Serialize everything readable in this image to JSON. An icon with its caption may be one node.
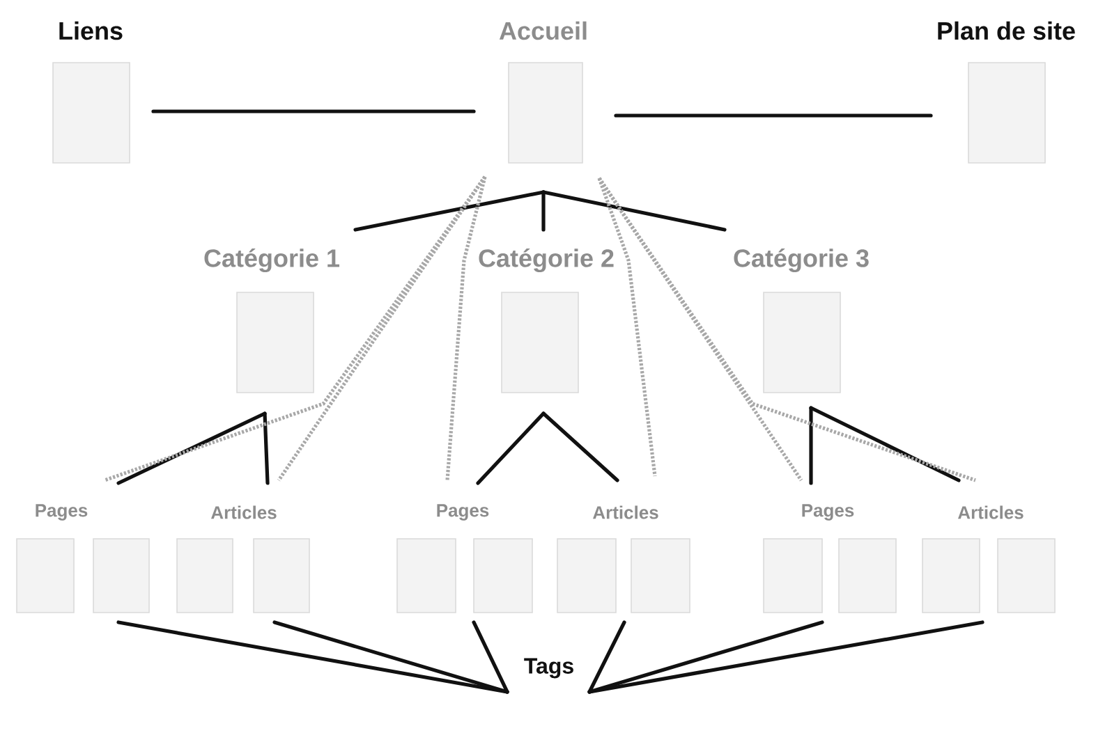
{
  "diagram": {
    "nodes": [
      {
        "text": [
          "Liens"
        ]
      },
      {
        "text": [
          "Accueil"
        ]
      },
      {
        "text": [
          "Plan de site"
        ]
      },
      {
        "text": [
          "Catégorie 1"
        ]
      },
      {
        "text": [
          "Catégorie 2"
        ]
      },
      {
        "text": [
          "Catégorie 3"
        ]
      },
      {
        "text": [
          "Pages"
        ]
      },
      {
        "text": [
          "Articles"
        ]
      },
      {
        "text": [
          "Pages"
        ]
      },
      {
        "text": [
          "Articles"
        ]
      },
      {
        "text": [
          "Pages"
        ]
      },
      {
        "text": [
          "Articles"
        ]
      },
      {
        "text": [
          "Tags"
        ]
      }
    ],
    "edges": [
      {
        "from": 0,
        "to": 1,
        "arrow": "none"
      },
      {
        "from": 1,
        "to": 2,
        "arrow": "none"
      },
      {
        "from": 1,
        "to": 3,
        "arrow": "none"
      },
      {
        "from": 1,
        "to": 4,
        "arrow": "none"
      },
      {
        "from": 1,
        "to": 5,
        "arrow": "none"
      },
      {
        "from": 3,
        "to": 6,
        "arrow": "none"
      },
      {
        "from": 3,
        "to": 7,
        "arrow": "none"
      },
      {
        "from": 4,
        "to": 8,
        "arrow": "none"
      },
      {
        "from": 4,
        "to": 9,
        "arrow": "none"
      },
      {
        "from": 5,
        "to": 10,
        "arrow": "none"
      },
      {
        "from": 5,
        "to": 11,
        "arrow": "none"
      },
      {
        "from": 1,
        "to": 6,
        "arrow": "none",
        "style": "dashed",
        "color": "#a8a8a8"
      },
      {
        "from": 1,
        "to": 7,
        "arrow": "none",
        "style": "dashed",
        "color": "#a8a8a8"
      },
      {
        "from": 1,
        "to": 8,
        "arrow": "none",
        "style": "dashed",
        "color": "#a8a8a8"
      },
      {
        "from": 1,
        "to": 9,
        "arrow": "none",
        "style": "dashed",
        "color": "#a8a8a8"
      },
      {
        "from": 1,
        "to": 10,
        "arrow": "none",
        "style": "dashed",
        "color": "#a8a8a8"
      },
      {
        "from": 1,
        "to": 11,
        "arrow": "none",
        "style": "dashed",
        "color": "#a8a8a8"
      },
      {
        "from": 6,
        "to": 12,
        "arrow": "none"
      },
      {
        "from": 7,
        "to": 12,
        "arrow": "none"
      },
      {
        "from": 8,
        "to": 12,
        "arrow": "none"
      },
      {
        "from": 9,
        "to": 12,
        "arrow": "none"
      },
      {
        "from": 10,
        "to": 12,
        "arrow": "none"
      },
      {
        "from": 11,
        "to": 12,
        "arrow": "none"
      }
    ]
  }
}
